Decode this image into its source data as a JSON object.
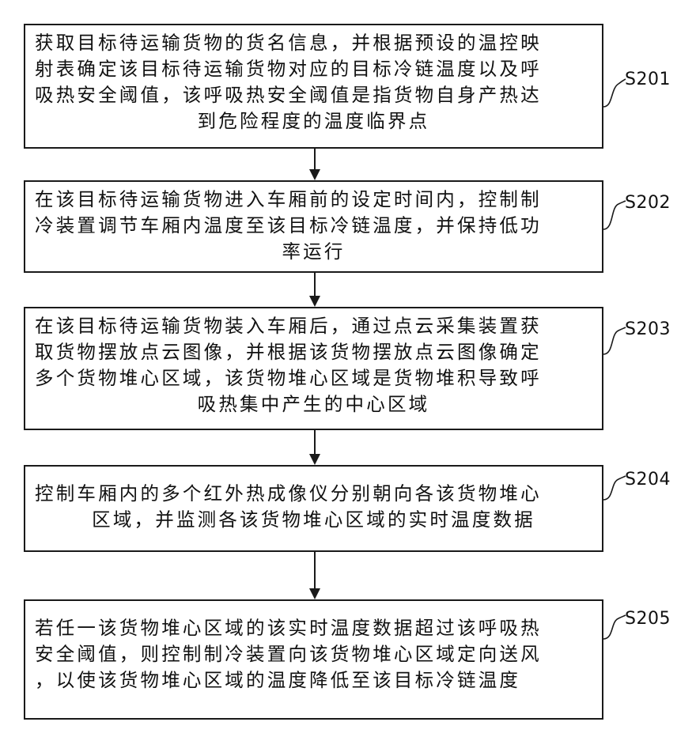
{
  "steps": [
    {
      "label": "S201",
      "lines": [
        "获取目标待运输货物的货名信息，并根据预设的温控映",
        "射表确定该目标待运输货物对应的目标冷链温度以及呼",
        "吸热安全阈值，该呼吸热安全阈值是指货物自身产热达",
        "到危险程度的温度临界点"
      ]
    },
    {
      "label": "S202",
      "lines": [
        "在该目标待运输货物进入车厢前的设定时间内，控制制",
        "冷装置调节车厢内温度至该目标冷链温度，并保持低功",
        "率运行"
      ]
    },
    {
      "label": "S203",
      "lines": [
        "在该目标待运输货物装入车厢后，通过点云采集装置获",
        "取货物摆放点云图像，并根据该货物摆放点云图像确定",
        "多个货物堆心区域，该货物堆心区域是货物堆积导致呼",
        "吸热集中产生的中心区域"
      ]
    },
    {
      "label": "S204",
      "lines": [
        "控制车厢内的多个红外热成像仪分别朝向各该货物堆心",
        "区域，并监测各该货物堆心区域的实时温度数据"
      ]
    },
    {
      "label": "S205",
      "lines": [
        "若任一该货物堆心区域的该实时温度数据超过该呼吸热",
        "安全阈值，则控制制冷装置向该货物堆心区域定向送风",
        "，以使该货物堆心区域的温度降低至该目标冷链温度"
      ]
    }
  ]
}
